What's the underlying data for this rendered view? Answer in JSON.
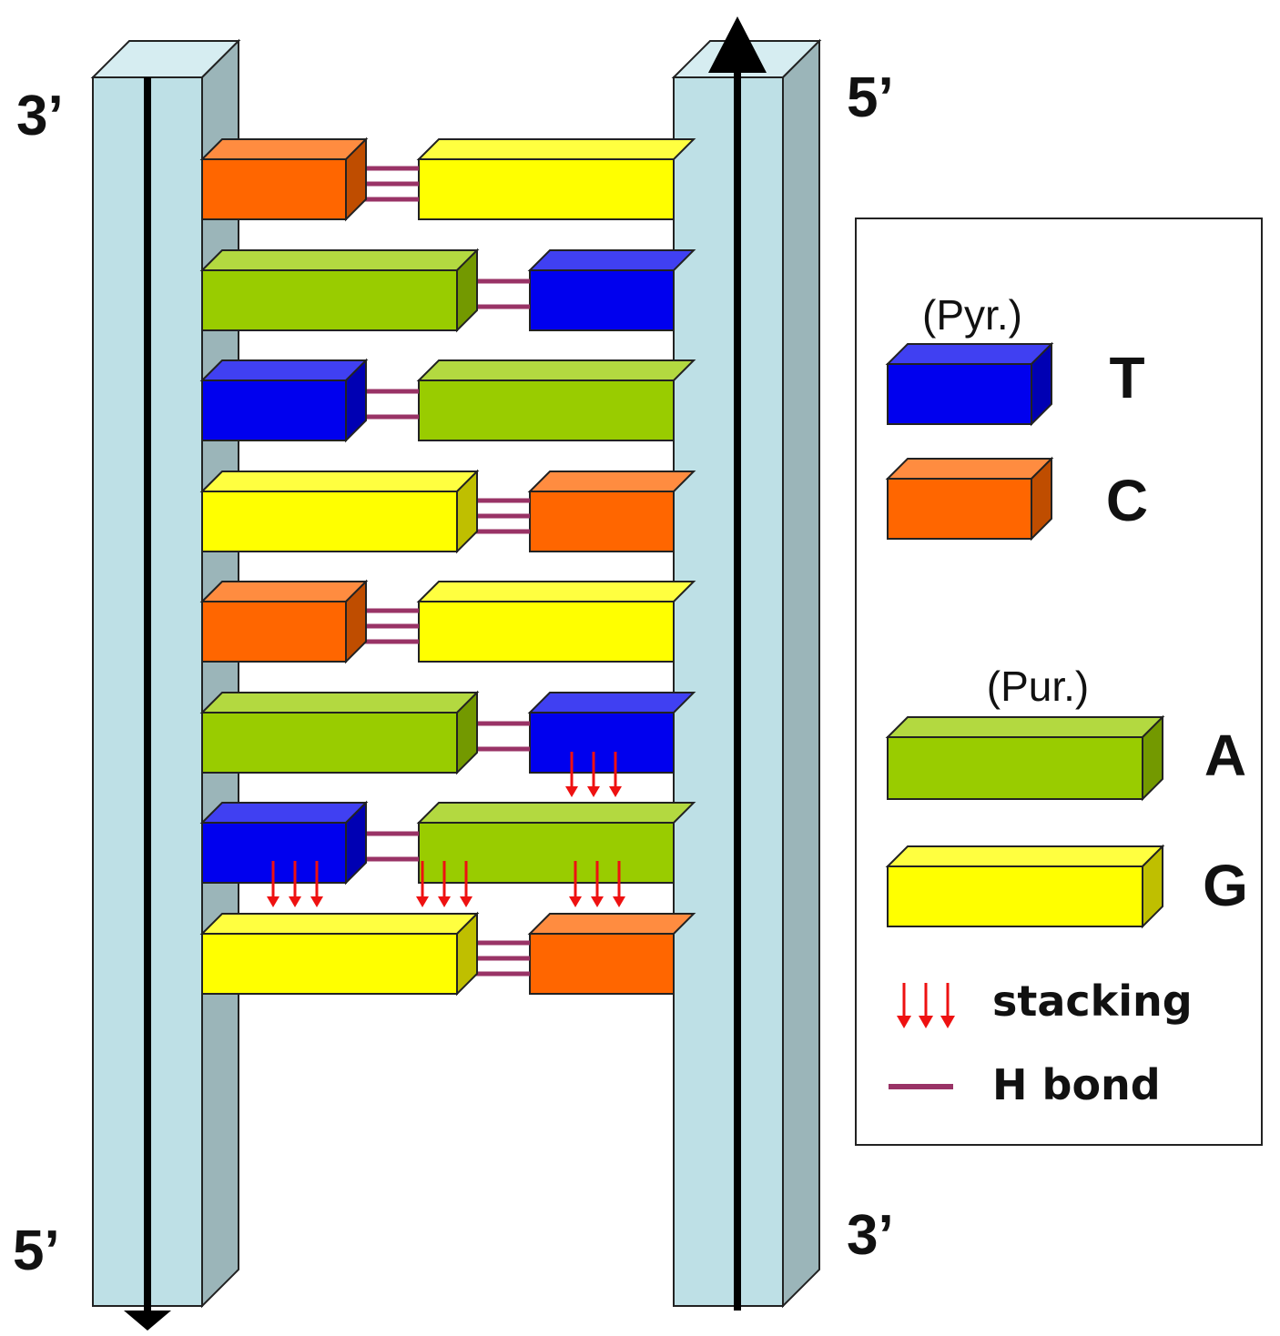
{
  "strands": {
    "left": {
      "top_label": "3’",
      "bottom_label": "5’",
      "direction": "down"
    },
    "right": {
      "top_label": "5’",
      "bottom_label": "3’",
      "direction": "up"
    }
  },
  "base_pairs": [
    {
      "left": "C",
      "right": "G",
      "hbonds": 3
    },
    {
      "left": "A",
      "right": "T",
      "hbonds": 2
    },
    {
      "left": "T",
      "right": "A",
      "hbonds": 2
    },
    {
      "left": "G",
      "right": "C",
      "hbonds": 3
    },
    {
      "left": "C",
      "right": "G",
      "hbonds": 3
    },
    {
      "left": "A",
      "right": "T",
      "hbonds": 2
    },
    {
      "left": "T",
      "right": "A",
      "hbonds": 2
    },
    {
      "left": "G",
      "right": "C",
      "hbonds": 3
    }
  ],
  "legend": {
    "pyrimidine_label": "(Pyr.)",
    "purine_label": "(Pur.)",
    "bases": [
      {
        "letter": "T",
        "color": "#0000EE"
      },
      {
        "letter": "C",
        "color": "#FF6600"
      },
      {
        "letter": "A",
        "color": "#99CC00"
      },
      {
        "letter": "G",
        "color": "#FFFF00"
      }
    ],
    "stacking_label": "stacking",
    "hbond_label": "H bond"
  },
  "colors": {
    "backbone_front": "#BEE0E6",
    "backbone_side": "#9BB5B9",
    "hbond": "#993366",
    "stacking": "#EE1111"
  }
}
